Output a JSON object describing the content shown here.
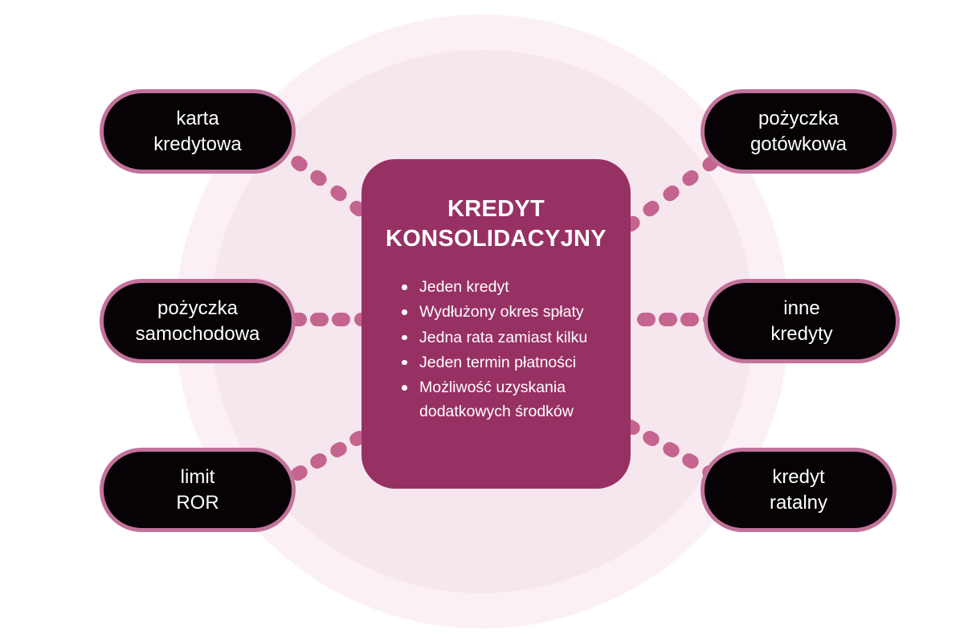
{
  "theme": {
    "background": "#ffffff",
    "circle_outer_color": "#fbf0f5",
    "circle_inner_color": "#f6e6ee",
    "card_color": "#973163",
    "pill_fill": "#060205",
    "pill_border": "#c2729b",
    "connector_color": "#c4648f",
    "text_on_dark": "#ffffff"
  },
  "center": {
    "title": "KREDYT\nKONSOLIDACYJNY",
    "title_line1": "KREDYT",
    "title_line2": "KONSOLIDACYJNY",
    "benefits": [
      "Jeden kredyt",
      "Wydłużony okres spłaty",
      "Jedna rata zamiast kilku",
      "Jeden termin płatności",
      "Możliwość uzyskania dodatkowych środków"
    ]
  },
  "nodes": [
    {
      "id": "karta-kredytowa",
      "label": "karta\nkredytowa",
      "line1": "karta",
      "line2": "kredytowa",
      "position": "top-left"
    },
    {
      "id": "pozyczka-gotowkowa",
      "label": "pożyczka\ngotówkowa",
      "line1": "pożyczka",
      "line2": "gotówkowa",
      "position": "top-right"
    },
    {
      "id": "pozyczka-samochodowa",
      "label": "pożyczka\nsamochodowa",
      "line1": "pożyczka",
      "line2": "samochodowa",
      "position": "middle-left"
    },
    {
      "id": "inne-kredyty",
      "label": "inne\nkredyty",
      "line1": "inne",
      "line2": "kredyty",
      "position": "middle-right"
    },
    {
      "id": "limit-ror",
      "label": "limit\nROR",
      "line1": "limit",
      "line2": "ROR",
      "position": "bottom-left"
    },
    {
      "id": "kredyt-ratalny",
      "label": "kredyt\nratalny",
      "line1": "kredyt",
      "line2": "ratalny",
      "position": "bottom-right"
    }
  ]
}
